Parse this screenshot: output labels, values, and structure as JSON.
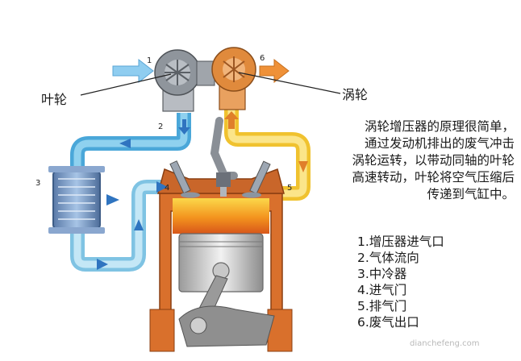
{
  "callouts": {
    "impeller": "叶轮",
    "turbine": "涡轮"
  },
  "numbers": {
    "n1": "1",
    "n2": "2",
    "n3": "3",
    "n4": "4",
    "n5": "5",
    "n6": "6"
  },
  "description": [
    "涡轮增压器的原理很简单，",
    "通过发动机排出的废气冲击",
    "涡轮运转，以带动同轴的叶轮",
    "高速转动，叶轮将空气压缩后",
    "传递到气缸中。"
  ],
  "legend": [
    "1.增压器进气口",
    "2.气体流向",
    "3.中冷器",
    "4.进气门",
    "5.排气门",
    "6.废气出口"
  ],
  "watermark": "dianchefeng.com",
  "colors": {
    "intake_pipe": "#5bb6e0",
    "exhaust_pipe": "#f3c83a",
    "intake_arrow": "#2f74c0",
    "exhaust_arrow": "#e07f2a",
    "combustion": "#f08a1f",
    "engine_block": "#d9702c"
  }
}
